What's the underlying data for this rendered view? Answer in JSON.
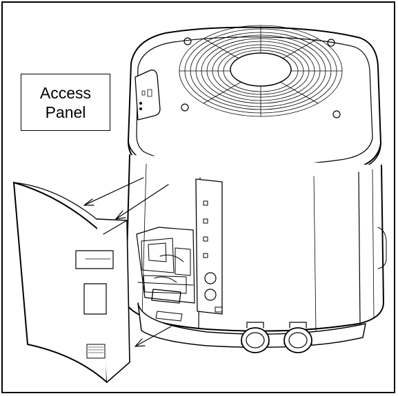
{
  "callout": {
    "line1": "Access",
    "line2": "Panel"
  },
  "colors": {
    "stroke": "#000000",
    "background": "#ffffff",
    "panel_fill": "#ffffff"
  },
  "icons": [
    "heat-pump-unit",
    "access-panel",
    "removal-arrow"
  ]
}
